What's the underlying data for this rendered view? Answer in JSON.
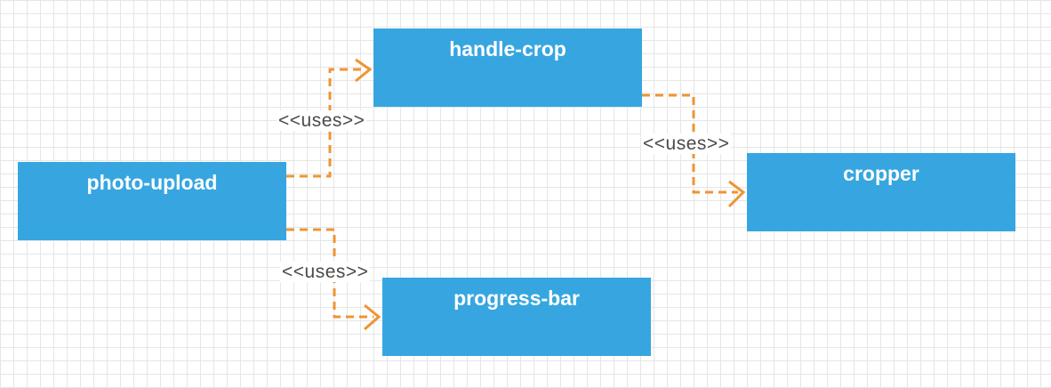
{
  "diagram": {
    "nodes": {
      "handle_crop": "handle-crop",
      "photo_upload": "photo-upload",
      "cropper": "cropper",
      "progress_bar": "progress-bar"
    },
    "edges": [
      {
        "from": "photo-upload",
        "to": "handle-crop",
        "label": "<<uses>>"
      },
      {
        "from": "handle-crop",
        "to": "cropper",
        "label": "<<uses>>"
      },
      {
        "from": "photo-upload",
        "to": "progress-bar",
        "label": "<<uses>>"
      }
    ],
    "colors": {
      "node_fill": "#37a6e0",
      "node_text": "#ffffff",
      "edge_stroke": "#ef9433",
      "label_text": "#4a4a4a",
      "grid": "#e6e6e6"
    }
  }
}
